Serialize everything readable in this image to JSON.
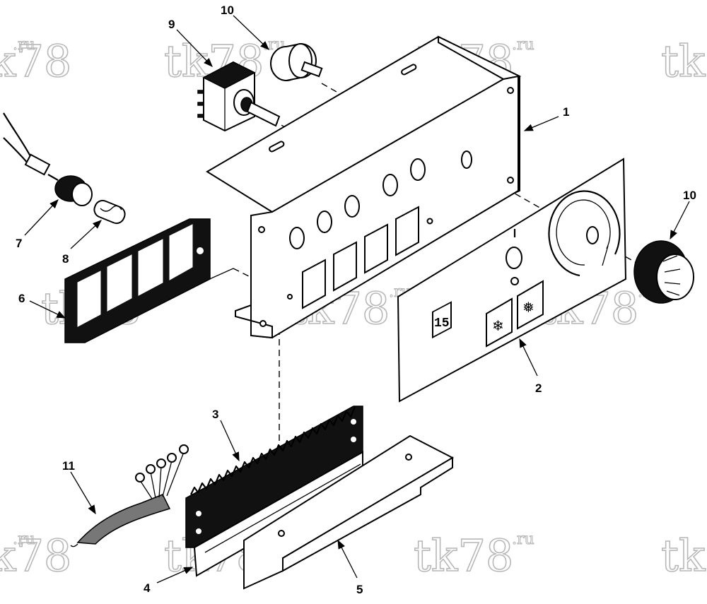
{
  "watermark": {
    "main": "tk78",
    "suffix": ".ru"
  },
  "callouts": [
    {
      "id": "1",
      "text": "1"
    },
    {
      "id": "2",
      "text": "2"
    },
    {
      "id": "3",
      "text": "3"
    },
    {
      "id": "4",
      "text": "4"
    },
    {
      "id": "5",
      "text": "5"
    },
    {
      "id": "6",
      "text": "6"
    },
    {
      "id": "7",
      "text": "7"
    },
    {
      "id": "8",
      "text": "8"
    },
    {
      "id": "9",
      "text": "9"
    },
    {
      "id": "10a",
      "text": "10"
    },
    {
      "id": "10b",
      "text": "10"
    },
    {
      "id": "11",
      "text": "11"
    }
  ],
  "decal": {
    "display_digits": "15"
  },
  "colors": {
    "ink": "#000000",
    "watermark": "#b8b8b8",
    "background": "#ffffff"
  }
}
